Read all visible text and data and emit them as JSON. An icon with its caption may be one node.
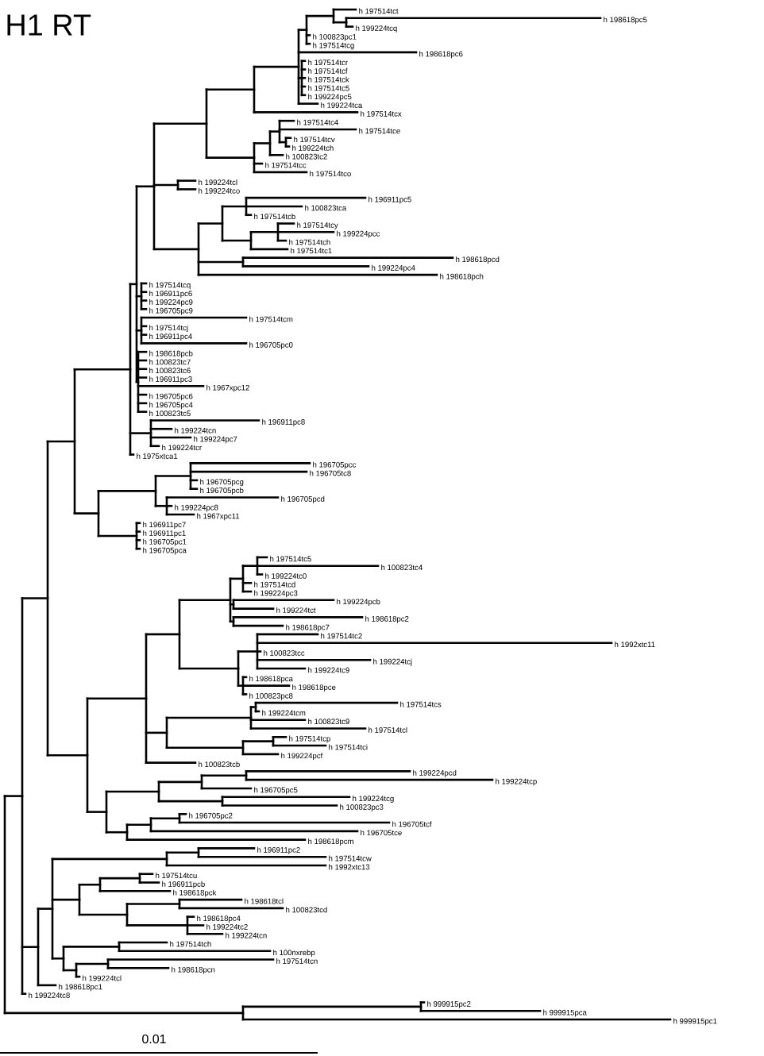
{
  "diagram": {
    "title": "H1 RT",
    "labels": [
      "h 197514tct",
      "h 198618pc5",
      "h 199224tcq",
      "h 100823pc1",
      "h 197514tcg",
      "h 198618pc6",
      "h 197514tcr",
      "h 197514tcf",
      "h 197514tck",
      "h 197514tc5",
      "h 199224pc5",
      "h 199224tca",
      "h 197514tcx",
      "h 197514tc4",
      "h 197514tce",
      "h 197514tcv",
      "h 199224tch",
      "h 100823tc2",
      "h 197514tcc",
      "h 197514tco",
      "h 199224tcl",
      "h 199224tco",
      "h 196911pc5",
      "h 100823tca",
      "h 197514tcb",
      "h 197514tcy",
      "h 199224pcc",
      "h 197514tch",
      "h 197514tc1",
      "h 198618pcd",
      "h 199224pc4",
      "h 198618pch",
      "h 197514tcq",
      "h 196911pc6",
      "h 199224pc9",
      "h 196705pc9",
      "h 197514tcm",
      "h 197514tcj",
      "h 196911pc4",
      "h 196705pc0",
      "h 198618pcb",
      "h 100823tc7",
      "h 100823tc6",
      "h 196911pc3",
      "h 1967xpc12",
      "h 196705pc6",
      "h 196705pc4",
      "h 100823tc5",
      "h 196911pc8",
      "h 199224tcn",
      "h 199224pc7",
      "h 199224tcr",
      "h 1975xtca1",
      "h 196705pcc",
      "h 196705tc8",
      "h 196705pcg",
      "h 196705pcb",
      "h 196705pcd",
      "h 199224pc8",
      "h 1967xpc11",
      "h 196911pc7",
      "h 196911pc1",
      "h 196705pc1",
      "h 196705pca",
      "h 197514tc5",
      "h 100823tc4",
      "h 199224tc0",
      "h 197514tcd",
      "h 199224pc3",
      "h 199224pcb",
      "h 199224tct",
      "h 198618pc2",
      "h 198618pc7",
      "h 197514tc2",
      "h 1992xtc11",
      "h 100823tcc",
      "h 199224tcj",
      "h 199224tc9",
      "h 198618pca",
      "h 198618pce",
      "h 100823pc8",
      "h 197514tcs",
      "h 199224tcm",
      "h 100823tc9",
      "h 197514tcl",
      "h 197514tcp",
      "h 197514tci",
      "h 199224pcf",
      "h 100823tcb",
      "h 199224pcd",
      "h 199224tcp",
      "h 196705pc5",
      "h 199224tcg",
      "h 100823pc3",
      "h 196705pc2",
      "h 196705tcf",
      "h 196705tce",
      "h 198618pcm",
      "h 196911pc2",
      "h 197514tcw",
      "h 1992xtc13",
      "h 197514tcu",
      "h 196911pcb",
      "h 198618pck",
      "h 198618tcl",
      "h 100823tcd",
      "h 198618pc4",
      "h 199224tc2",
      "h 199224tcn",
      "h 197514tch",
      "h 100nxrebp",
      "h 197514tcn",
      "h 198618pcn",
      "h 199224tcl",
      "h 198618pc1",
      "h 199224tc8",
      "h 999915pc2",
      "h 999915pca",
      "h 999915pc1",
      "0.01"
    ]
  }
}
